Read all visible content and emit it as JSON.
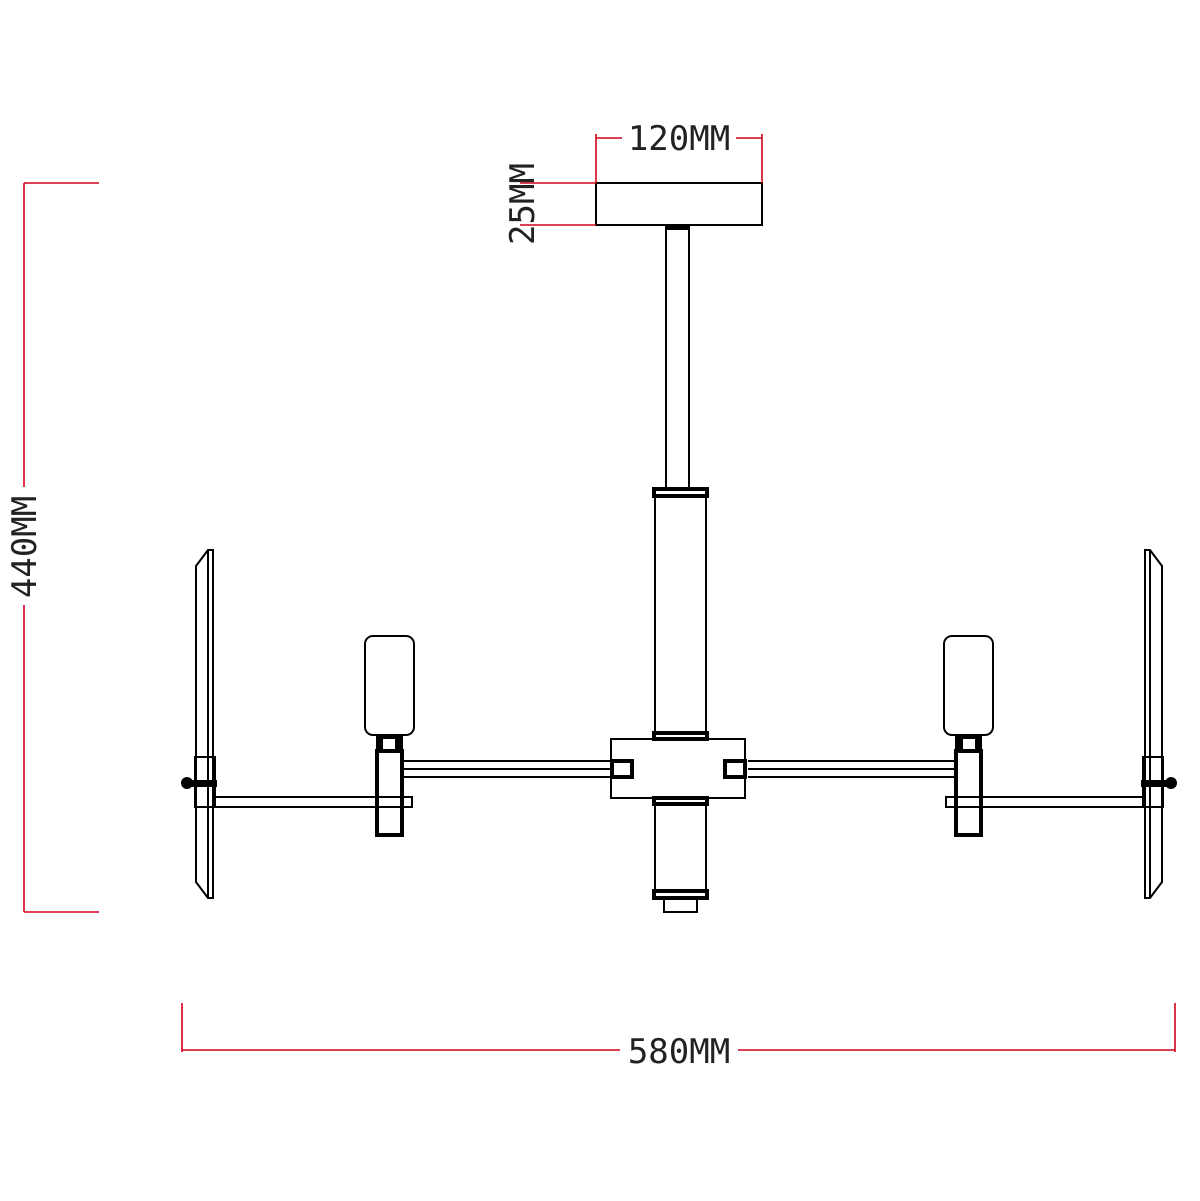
{
  "dimensions": {
    "canopy_width": "120MM",
    "canopy_height": "25MM",
    "total_height": "440MM",
    "total_width": "580MM"
  },
  "colors": {
    "dimension_line": "#d0021b",
    "drawing_line": "#000000"
  }
}
